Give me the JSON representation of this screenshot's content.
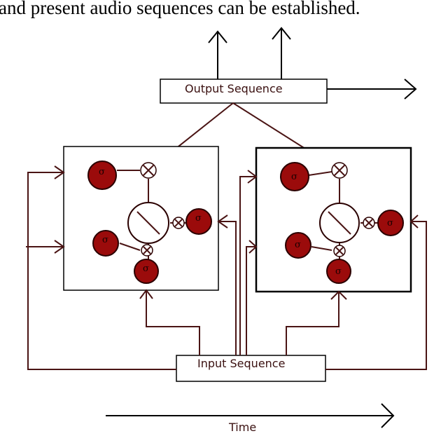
{
  "caption": "and present audio sequences can be established.",
  "output_label": "Output Sequence",
  "input_label": "Input Sequence",
  "time_label": "Time",
  "gate_symbol": "σ",
  "colors": {
    "gate_fill": "#9b0b0b",
    "wire": "#4a1414",
    "text": "#3a1010"
  }
}
